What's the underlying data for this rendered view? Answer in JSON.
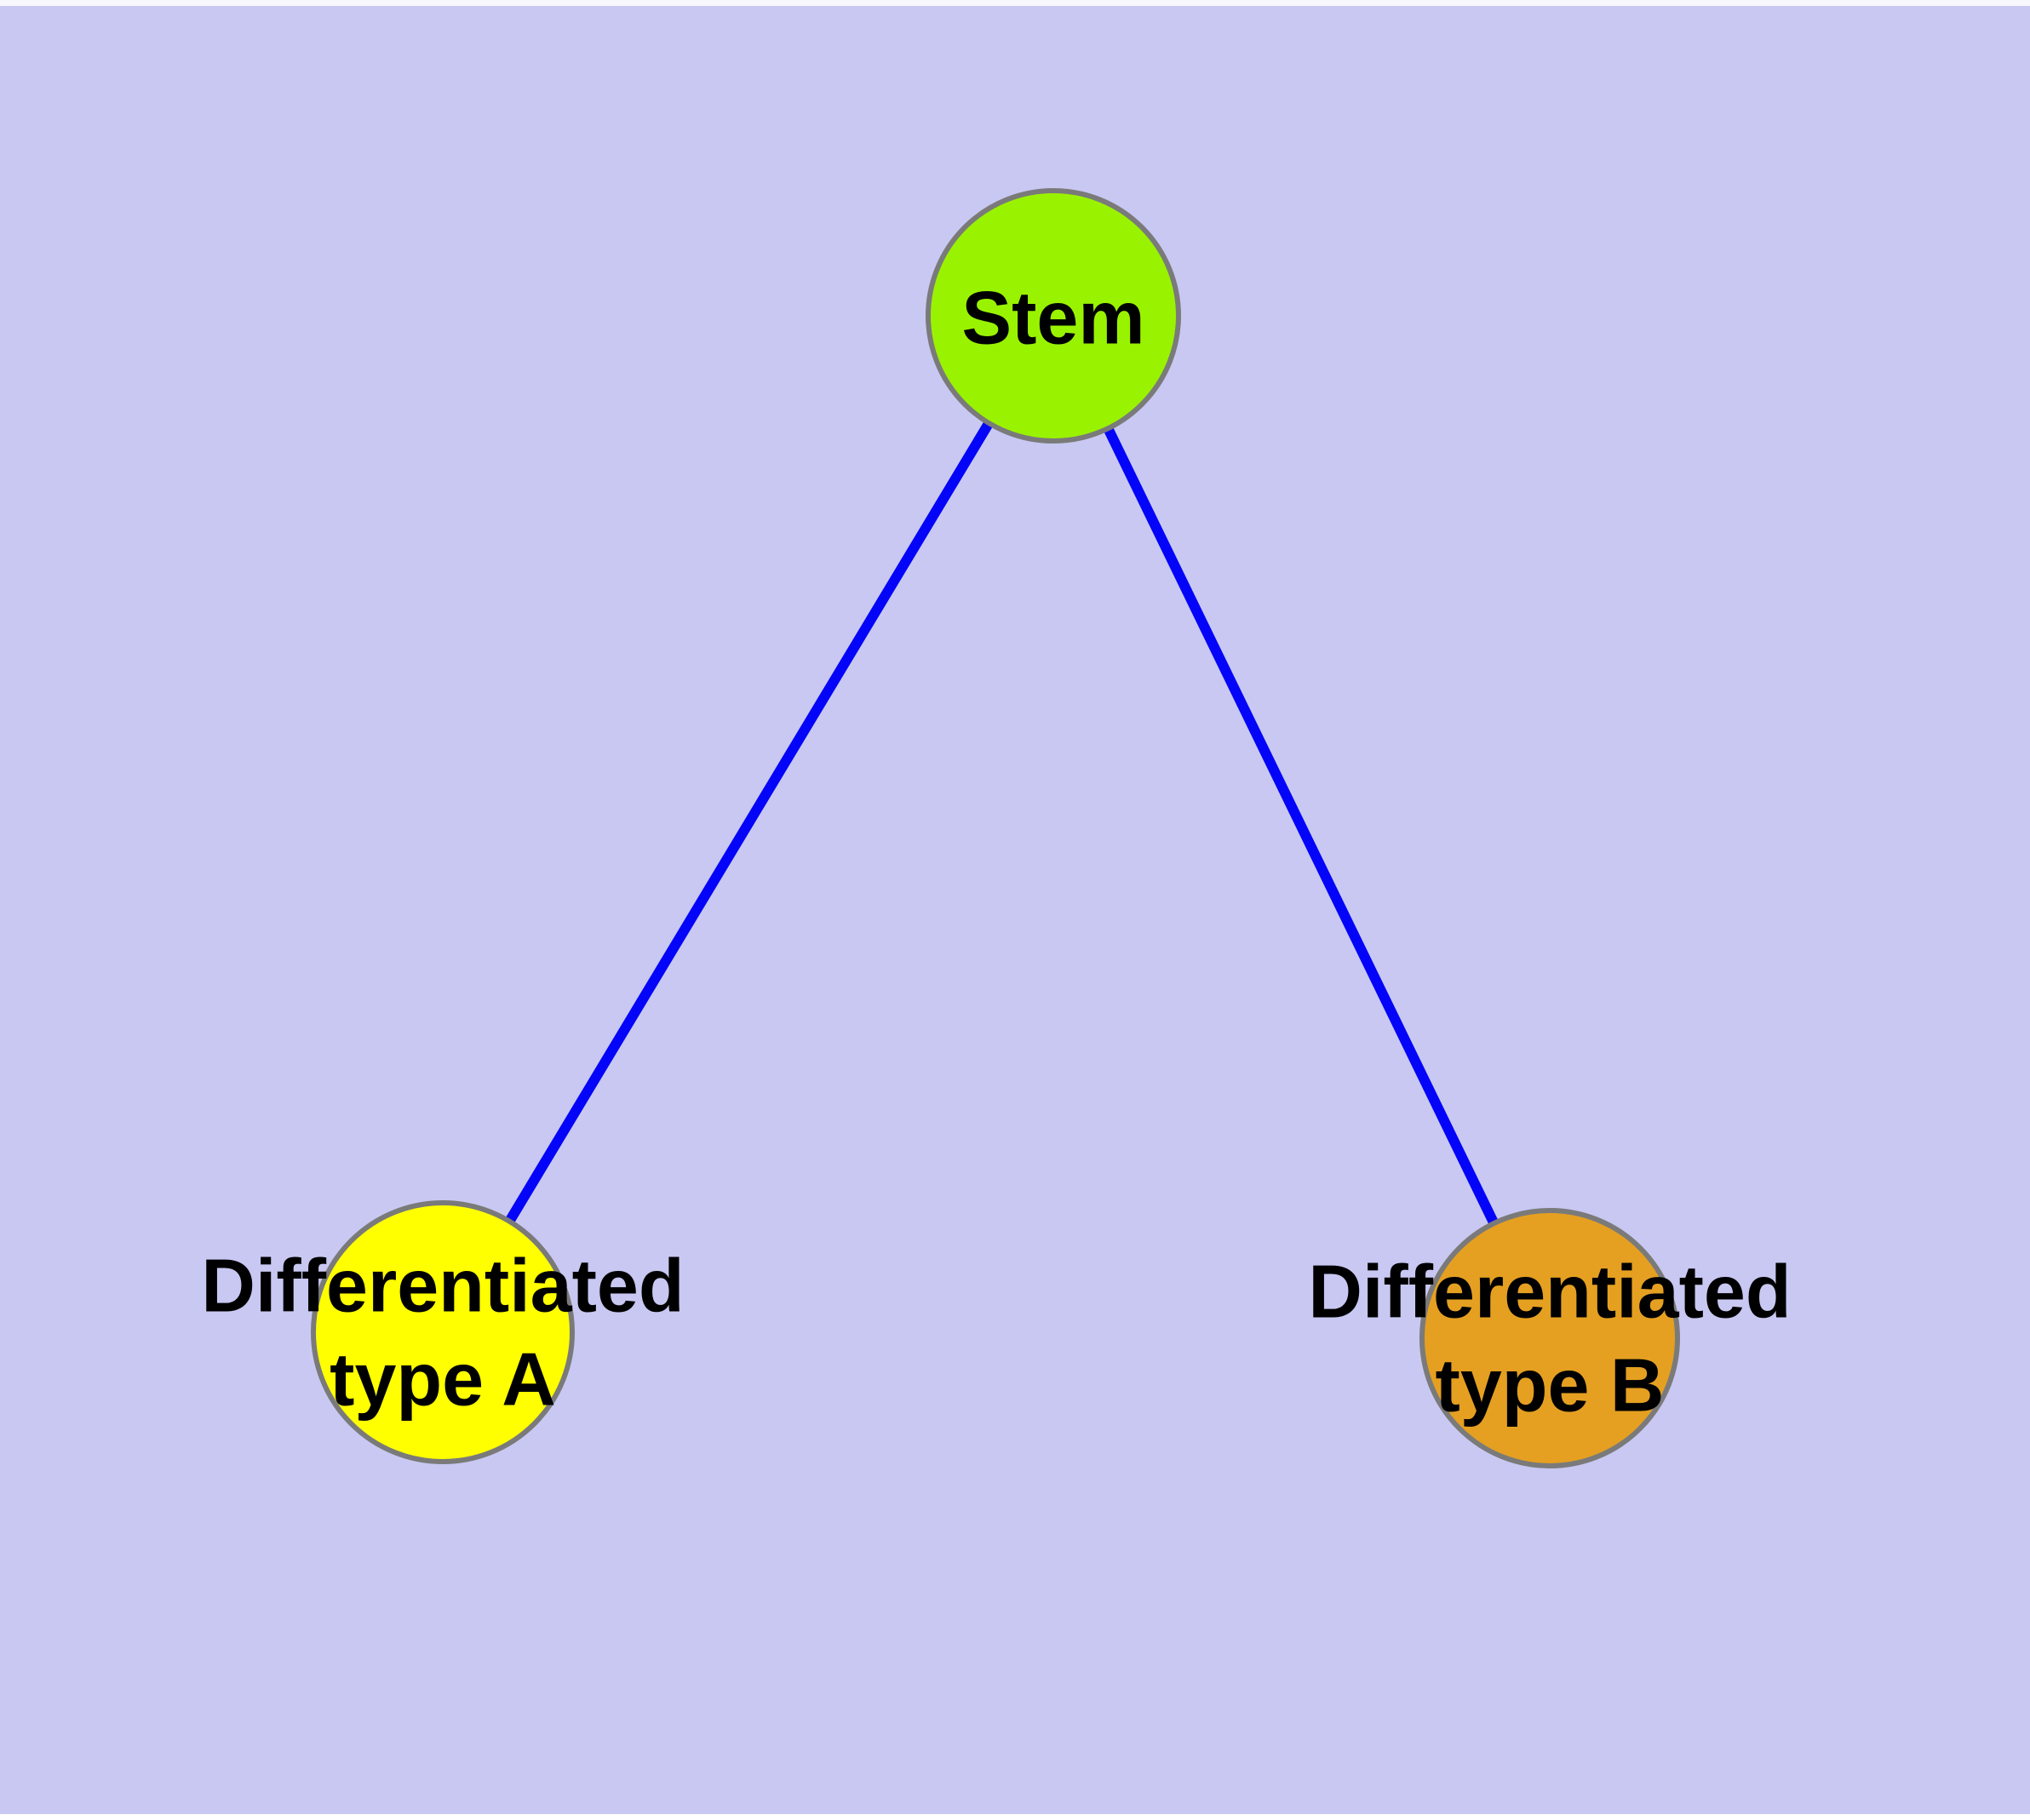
{
  "window": {
    "top_edge_color": "#F7F7FD",
    "bottom_edge_color": "#FFFFFF"
  },
  "diagram": {
    "type": "graph",
    "background_color": "#C8C8F2",
    "edge_color": "#0404F8",
    "node_border_color": "#7A7A7A",
    "text_color": "#000000",
    "nodes": [
      {
        "id": "stem",
        "label": "Stem",
        "fill": "#99F300"
      },
      {
        "id": "differentiated-type-a",
        "label": "Differentiated type A",
        "line1": "Differentiated",
        "line2": "type A",
        "fill": "#FFFF00"
      },
      {
        "id": "differentiated-type-b",
        "label": "Differentiated type B",
        "line1": "Differentiated",
        "line2": "type B",
        "fill": "#E5A021"
      }
    ],
    "edges": [
      {
        "from": "Stem",
        "to": "Differentiated type A"
      },
      {
        "from": "Stem",
        "to": "Differentiated type B"
      }
    ]
  }
}
